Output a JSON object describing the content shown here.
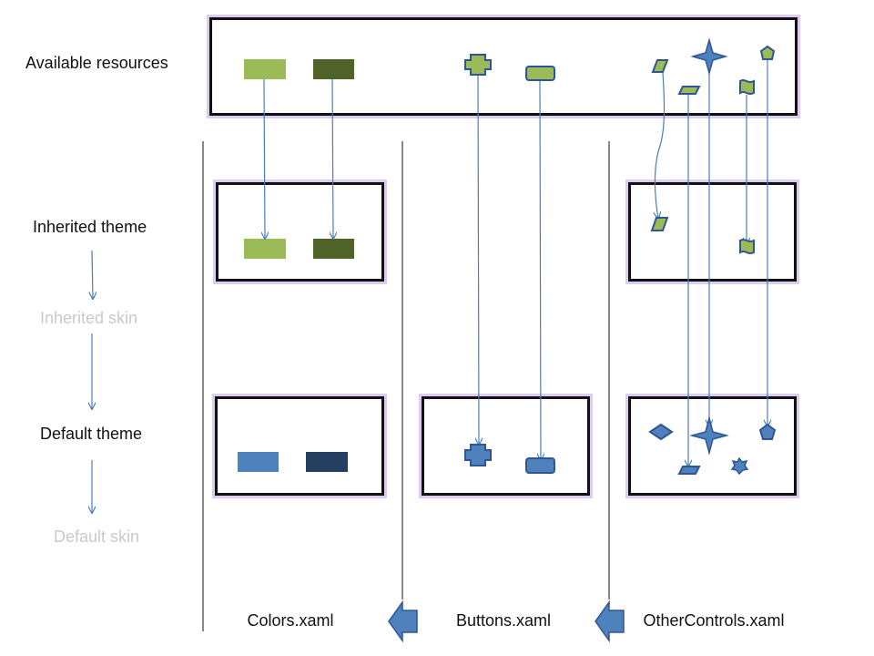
{
  "labels": {
    "available": "Available resources",
    "inherited_theme": "Inherited theme",
    "inherited_skin": "Inherited skin",
    "default_theme": "Default theme",
    "default_skin": "Default skin"
  },
  "files": {
    "colors": "Colors.xaml",
    "buttons": "Buttons.xaml",
    "other": "OtherControls.xaml"
  },
  "colors": {
    "green_light": "#9bbb59",
    "green_dark": "#4f6228",
    "blue_light": "#4f81bd",
    "blue_dark": "#243f60",
    "line_blue": "#4a7ebb",
    "shape_stroke": "#2f5597",
    "frame": "#111111",
    "glow": "#dccdf0",
    "faded_text": "#c9c9c9"
  }
}
